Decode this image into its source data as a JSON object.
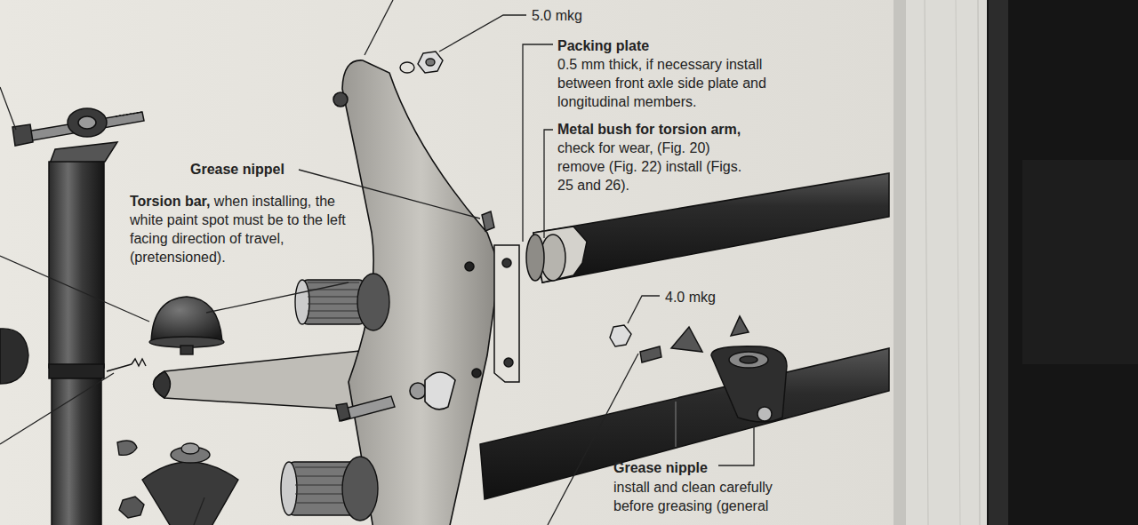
{
  "diagram": {
    "labels": [
      "5.0 mkg",
      "Packing plate",
      "0.5 mm thick, if necessary install between front axle side plate and longitudinal members.",
      "Metal bush for torsion arm,",
      "check for wear, (Fig. 20) remove (Fig. 22) install (Figs. 25 and 26).",
      "Grease nippel",
      "Torsion bar,",
      "when installing, the white paint spot must be to the left facing direction of travel, (pretensioned).",
      "4.0 mkg",
      "Grease nipple",
      "install and clean carefully before greasing (general"
    ]
  }
}
